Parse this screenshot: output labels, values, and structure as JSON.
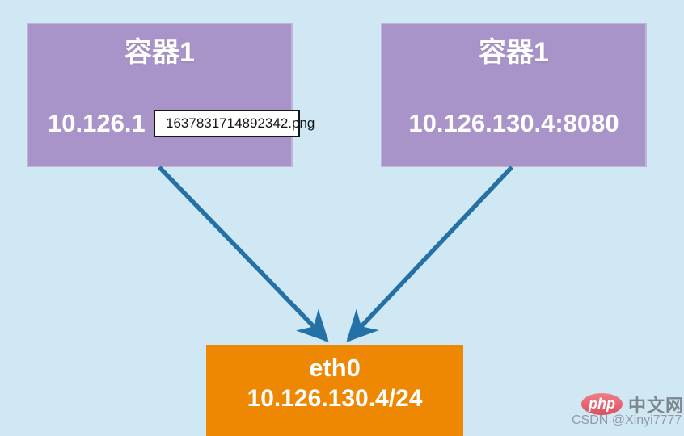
{
  "containers": [
    {
      "title": "容器1",
      "ip_visible": "10.126.1"
    },
    {
      "title": "容器1",
      "ip": "10.126.130.4:8080"
    }
  ],
  "eth0": {
    "name": "eth0",
    "cidr": "10.126.130.4/24"
  },
  "tooltip": {
    "filename": "1637831714892342.png"
  },
  "watermark": {
    "logo_text": "php",
    "site_text": "中文网",
    "credit_text": "CSDN @Xinyi7777"
  },
  "colors": {
    "background": "#cfe8f3",
    "container_fill": "#a894c9",
    "eth0_fill": "#ee8802",
    "arrow": "#2471a8",
    "tooltip_border": "#161616",
    "logo_red": "#dd4f60",
    "watermark_gray": "#8b9198"
  }
}
